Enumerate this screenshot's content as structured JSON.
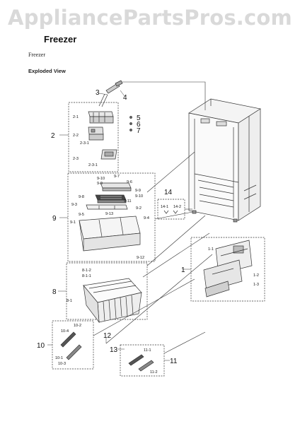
{
  "watermark": "AppliancePartsPros.com",
  "title": "Freezer",
  "section_label": "Freezer",
  "subtitle": "Exploded View",
  "callouts": {
    "c1": "1",
    "c1_1": "1-1",
    "c1_2": "1-2",
    "c1_3": "1-3",
    "c2": "2",
    "c2_1": "2-1",
    "c2_2": "2-2",
    "c2_3": "2-3",
    "c2_3_1a": "2-3-1",
    "c2_3_1b": "2-3-1",
    "c3": "3",
    "c4": "4",
    "c5": "5",
    "c6": "6",
    "c7": "7",
    "c8": "8",
    "c8_1": "8-1",
    "c8_1_1": "8-1-1",
    "c8_1_2": "8-1-2",
    "c9": "9",
    "c9_1": "9-1",
    "c9_2": "9-2",
    "c9_3": "9-3",
    "c9_4": "9-4",
    "c9_5": "9-5",
    "c9_6": "9-6",
    "c9_7": "9-7",
    "c9_8": "9-8",
    "c9_9a": "9-9",
    "c9_9b": "9-9",
    "c9_10a": "9-10",
    "c9_10b": "9-10",
    "c9_11": "9-11",
    "c9_12": "9-12",
    "c9_13": "9-13",
    "c10": "10",
    "c10_1": "10-1",
    "c10_2": "10-2",
    "c10_3": "10-3",
    "c10_4": "10-4",
    "c11": "11",
    "c11_1": "11-1",
    "c11_2": "11-2",
    "c12": "12",
    "c13": "13",
    "c14": "14",
    "c14_1": "14-1",
    "c14_2": "14-2"
  }
}
